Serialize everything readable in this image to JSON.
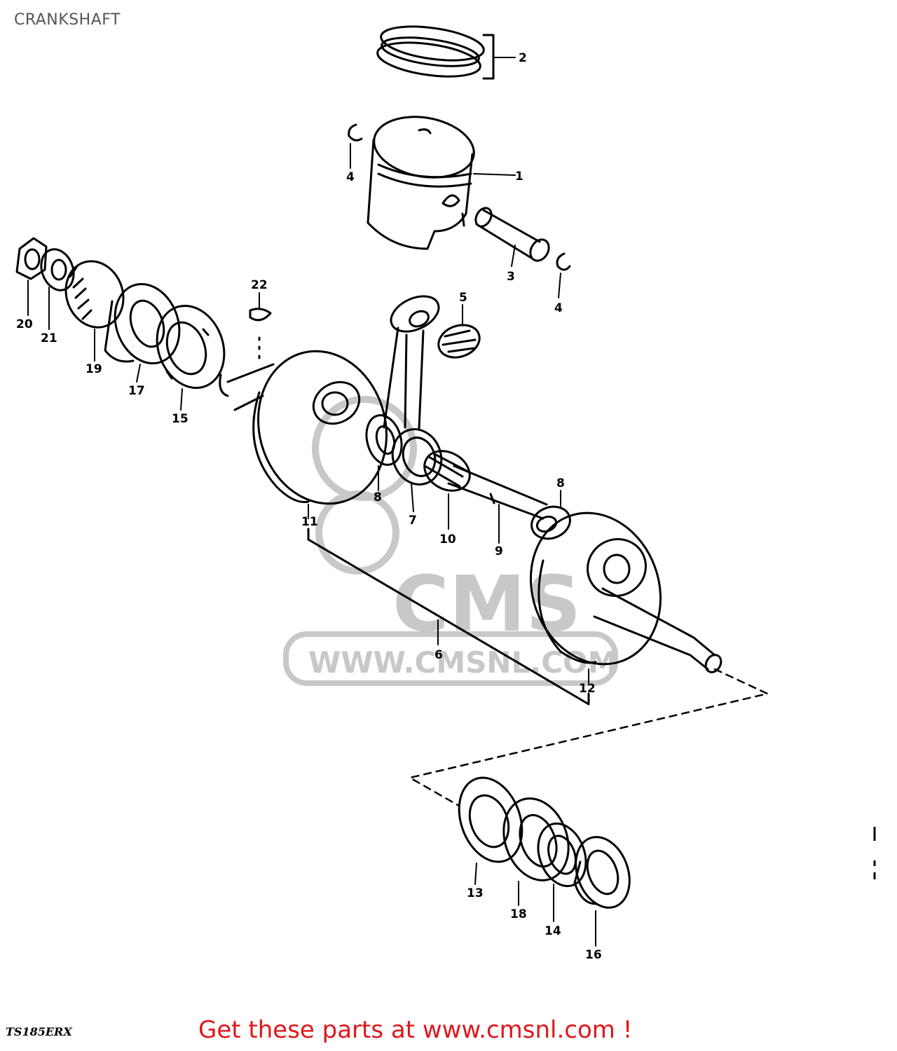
{
  "page_title": "CRANKSHAFT",
  "model_code": "TS185ERX",
  "cta": "Get these parts at www.cmsnl.com !",
  "watermark": {
    "brand": "CMS",
    "site": "WWW.CMSNL.COM",
    "color": "#c8c8c8"
  },
  "accent_color": "#e0161d",
  "callouts": [
    {
      "id": "c-1",
      "text": "1"
    },
    {
      "id": "c-2",
      "text": "2"
    },
    {
      "id": "c-3",
      "text": "3"
    },
    {
      "id": "c-4a",
      "text": "4"
    },
    {
      "id": "c-4b",
      "text": "4"
    },
    {
      "id": "c-5",
      "text": "5"
    },
    {
      "id": "c-6",
      "text": "6"
    },
    {
      "id": "c-7",
      "text": "7"
    },
    {
      "id": "c-8a",
      "text": "8"
    },
    {
      "id": "c-8b",
      "text": "8"
    },
    {
      "id": "c-9",
      "text": "9"
    },
    {
      "id": "c-10",
      "text": "10"
    },
    {
      "id": "c-11",
      "text": "11"
    },
    {
      "id": "c-12",
      "text": "12"
    },
    {
      "id": "c-13",
      "text": "13"
    },
    {
      "id": "c-14",
      "text": "14"
    },
    {
      "id": "c-15",
      "text": "15"
    },
    {
      "id": "c-16",
      "text": "16"
    },
    {
      "id": "c-17",
      "text": "17"
    },
    {
      "id": "c-18",
      "text": "18"
    },
    {
      "id": "c-19",
      "text": "19"
    },
    {
      "id": "c-20",
      "text": "20"
    },
    {
      "id": "c-21",
      "text": "21"
    },
    {
      "id": "c-22",
      "text": "22"
    }
  ]
}
